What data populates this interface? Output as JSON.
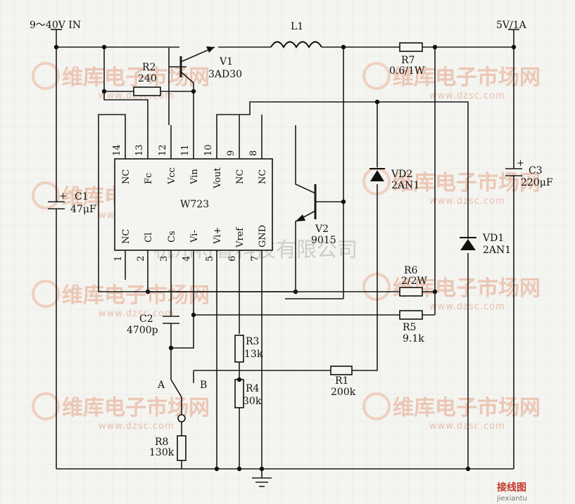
{
  "input": {
    "label": "9～40V IN"
  },
  "output": {
    "label": "5V/1A"
  },
  "ic": {
    "name": "W723",
    "top_pins": [
      {
        "num": "14",
        "name": "NC"
      },
      {
        "num": "13",
        "name": "Fc"
      },
      {
        "num": "12",
        "name": "Vcc"
      },
      {
        "num": "11",
        "name": "Vin"
      },
      {
        "num": "10",
        "name": "Vout"
      },
      {
        "num": "9",
        "name": "NC"
      },
      {
        "num": "8",
        "name": "NC"
      }
    ],
    "bottom_pins": [
      {
        "num": "1",
        "name": "NC"
      },
      {
        "num": "2",
        "name": "Cl"
      },
      {
        "num": "3",
        "name": "Cs"
      },
      {
        "num": "4",
        "name": "Vi-"
      },
      {
        "num": "5",
        "name": "Vi+"
      },
      {
        "num": "6",
        "name": "Vref"
      },
      {
        "num": "7",
        "name": "GND"
      }
    ]
  },
  "components": {
    "L1": {
      "name": "L1"
    },
    "V1": {
      "name": "V1",
      "value": "3AD30"
    },
    "V2": {
      "name": "V2",
      "value": "9015"
    },
    "R1": {
      "name": "R1",
      "value": "200k"
    },
    "R2": {
      "name": "R2",
      "value": "240"
    },
    "R3": {
      "name": "R3",
      "value": "13k"
    },
    "R4": {
      "name": "R4",
      "value": "30k"
    },
    "R5": {
      "name": "R5",
      "value": "9.1k"
    },
    "R6": {
      "name": "R6",
      "value": "2/2W"
    },
    "R7": {
      "name": "R7",
      "value": "0.6/1W"
    },
    "R8": {
      "name": "R8",
      "value": "130k"
    },
    "C1": {
      "name": "C1",
      "value": "47μF"
    },
    "C2": {
      "name": "C2",
      "value": "4700p"
    },
    "C3": {
      "name": "C3",
      "value": "220μF"
    },
    "VD1": {
      "name": "VD1",
      "value": "2AN1"
    },
    "VD2": {
      "name": "VD2",
      "value": "2AN1"
    }
  },
  "switch_points": {
    "a": "A",
    "b": "B"
  },
  "watermarks": {
    "brand_cn": "维库电子市场网",
    "brand_url": "www.dzsc.com",
    "company": "杭州将睿科技有限公司",
    "corner_site": "接线图",
    "corner_url": "jiexiantu"
  },
  "colors": {
    "wire": "#1a1a1a",
    "watermark": "#e9b9a2",
    "background": "#f4f4f1"
  }
}
